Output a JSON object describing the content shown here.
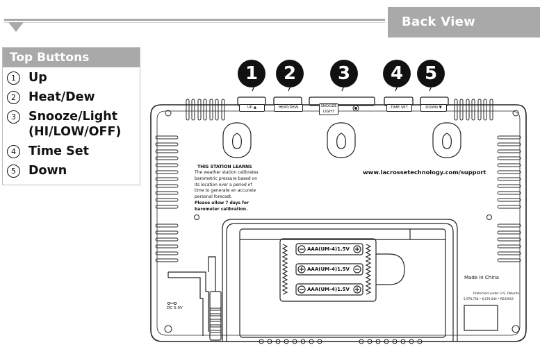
{
  "header": {
    "title": "Back View"
  },
  "legend": {
    "title": "Top Buttons",
    "items": [
      {
        "num": "1",
        "label": "Up"
      },
      {
        "num": "2",
        "label": "Heat/Dew"
      },
      {
        "num": "3",
        "label": "Snooze/Light\n(HI/LOW/OFF)"
      },
      {
        "num": "4",
        "label": "Time Set"
      },
      {
        "num": "5",
        "label": "Down"
      }
    ]
  },
  "callouts": [
    "1",
    "2",
    "3",
    "4",
    "5"
  ],
  "button_labels": {
    "up": "UP ▲",
    "heat_dew": "HEAT/DEW",
    "snooze_light": "SNOOZE\nLIGHT",
    "time_set": "TIME SET",
    "down": "DOWN ▼"
  },
  "station_note": {
    "title": "THIS STATION LEARNS",
    "line1": "The weather station calibrates",
    "line2": "barometric pressure based on",
    "line3": "its location over a period of",
    "line4": "time to generate an accurate",
    "line5": "personal forecast.",
    "line6": "Please allow 7 days for",
    "line7": "barometer calibration."
  },
  "url": "www.lacrossetechnology.com/support",
  "battery_label": "AAA(UM-4)1.5V",
  "made_in": "Made in China",
  "patent_line1": "Protected under U.S. Patents:",
  "patent_line2": "5,978,738 • 6,076,044 • RE43903",
  "dc_label": "DC 5.0V",
  "colors": {
    "accent_gray": "#a9a9a9",
    "ink": "#111111"
  }
}
